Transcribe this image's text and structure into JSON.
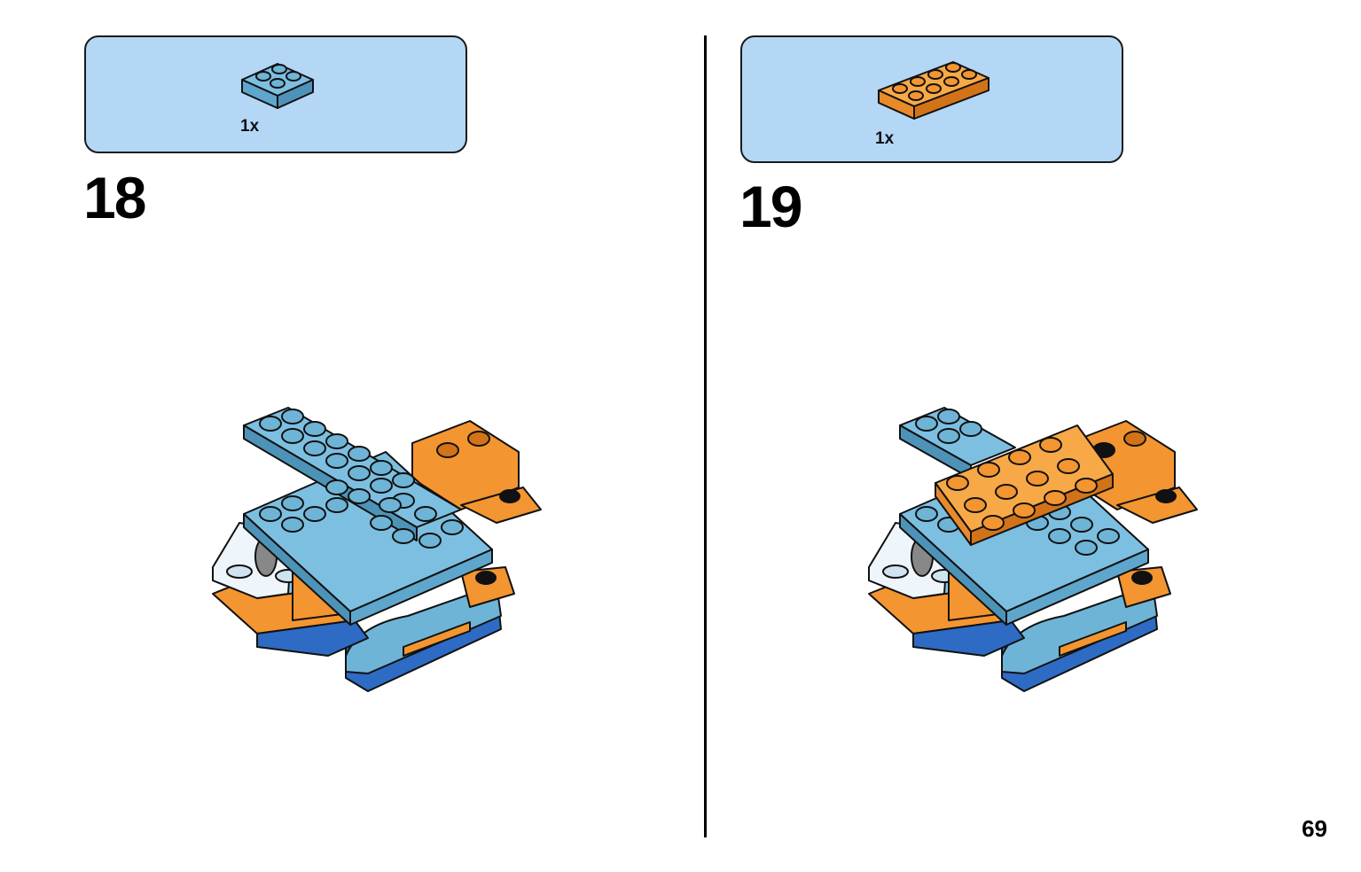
{
  "steps": [
    {
      "number": "18",
      "quantity": "1x",
      "part": "blue-2x2-plate"
    },
    {
      "number": "19",
      "quantity": "1x",
      "part": "orange-2x4-plate"
    }
  ],
  "page_number": "69",
  "colors": {
    "panel": "#b3d7f5",
    "blue": "#6eb4d6",
    "blue_dark": "#4d93b8",
    "orange": "#f39530",
    "orange_dark": "#d2731a",
    "deep_blue": "#2d6bc4"
  }
}
